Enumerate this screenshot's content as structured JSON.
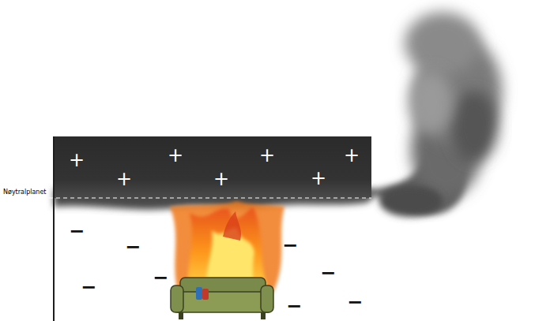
{
  "diagram": {
    "labels": [
      "Nøytralplanet",
      "+",
      "+",
      "+",
      "+",
      "+",
      "+",
      "+",
      "−",
      "−",
      "−",
      "−",
      "−",
      "−",
      "−",
      "−"
    ]
  }
}
